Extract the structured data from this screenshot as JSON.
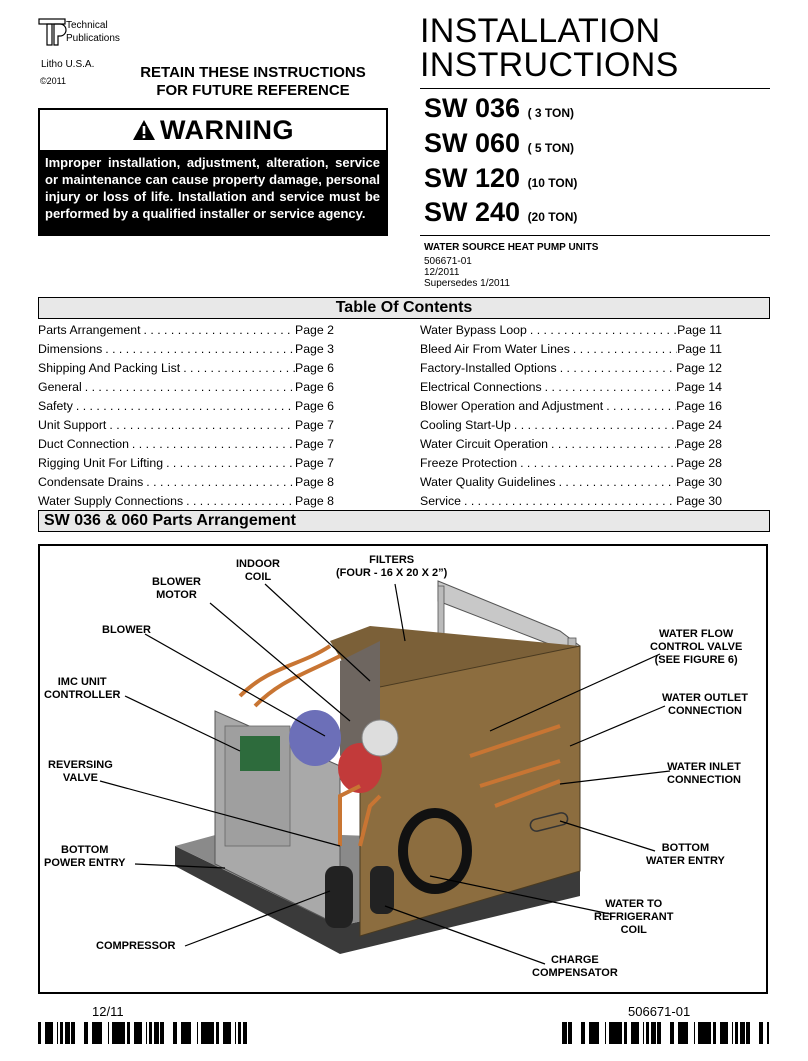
{
  "header": {
    "logo_line1": "Technical",
    "logo_line2": "Publications",
    "litho": "Litho U.S.A.",
    "copyright": "©2011",
    "retain_line1": "RETAIN THESE INSTRUCTIONS",
    "retain_line2": "FOR FUTURE REFERENCE"
  },
  "warning": {
    "title": "WARNING",
    "body": "Improper installation, adjustment, alteration, service or maintenance can cause property damage, personal injury or loss of life. Installation and service must be performed by a qualified installer or service agency."
  },
  "title": {
    "line1": "INSTALLATION",
    "line2": "INSTRUCTIONS"
  },
  "models": [
    {
      "name": "SW 036",
      "tons": "( 3 TON)"
    },
    {
      "name": "SW 060",
      "tons": "( 5 TON)"
    },
    {
      "name": "SW 120",
      "tons": "(10 TON)"
    },
    {
      "name": "SW 240",
      "tons": "(20 TON)"
    }
  ],
  "document": {
    "type": "WATER SOURCE HEAT PUMP UNITS",
    "number": "506671-01",
    "date": "12/2011",
    "supersedes": "Supersedes 1/2011"
  },
  "toc": {
    "heading": "Table Of Contents",
    "left": [
      {
        "label": "Parts Arrangement",
        "page": "Page 2"
      },
      {
        "label": "Dimensions",
        "page": "Page 3"
      },
      {
        "label": "Shipping And Packing List",
        "page": "Page 6"
      },
      {
        "label": "General",
        "page": "Page 6"
      },
      {
        "label": "Safety",
        "page": "Page 6"
      },
      {
        "label": "Unit Support",
        "page": "Page 7"
      },
      {
        "label": "Duct Connection",
        "page": "Page 7"
      },
      {
        "label": "Rigging Unit For Lifting",
        "page": "Page 7"
      },
      {
        "label": "Condensate Drains",
        "page": "Page 8"
      },
      {
        "label": "Water Supply Connections",
        "page": "Page 8"
      }
    ],
    "right": [
      {
        "label": "Water Bypass Loop",
        "page": "Page 11"
      },
      {
        "label": "Bleed Air From Water Lines",
        "page": "Page 11"
      },
      {
        "label": "Factory-Installed Options",
        "page": "Page 12"
      },
      {
        "label": "Electrical Connections",
        "page": "Page 14"
      },
      {
        "label": "Blower Operation and Adjustment",
        "page": "Page 16"
      },
      {
        "label": "Cooling Start-Up",
        "page": "Page 24"
      },
      {
        "label": "Water Circuit Operation",
        "page": "Page 28"
      },
      {
        "label": "Freeze Protection",
        "page": "Page 28"
      },
      {
        "label": "Water Quality Guidelines",
        "page": "Page 30"
      },
      {
        "label": "Service",
        "page": "Page 30"
      }
    ]
  },
  "parts": {
    "heading": "SW 036 & 060 Parts Arrangement",
    "callouts": {
      "indoor_coil": [
        "INDOOR",
        "COIL"
      ],
      "filters": [
        "FILTERS",
        "(FOUR - 16 X 20 X 2”)"
      ],
      "blower_motor": [
        "BLOWER",
        "MOTOR"
      ],
      "blower": [
        "BLOWER"
      ],
      "water_flow": [
        "WATER FLOW",
        "CONTROL VALVE",
        "(SEE FIGURE 6)"
      ],
      "imc": [
        "IMC UNIT",
        "CONTROLLER"
      ],
      "water_outlet": [
        "WATER OUTLET",
        "CONNECTION"
      ],
      "reversing": [
        "REVERSING",
        "VALVE"
      ],
      "water_inlet": [
        "WATER INLET",
        "CONNECTION"
      ],
      "bottom_power": [
        "BOTTOM",
        "POWER ENTRY"
      ],
      "bottom_water": [
        "BOTTOM",
        "WATER ENTRY"
      ],
      "water_ref": [
        "WATER TO",
        "REFRIGERANT",
        "COIL"
      ],
      "compressor": [
        "COMPRESSOR"
      ],
      "charge": [
        "CHARGE",
        "COMPENSATOR"
      ]
    }
  },
  "footer": {
    "left": "12/11",
    "right": "506671-01"
  }
}
